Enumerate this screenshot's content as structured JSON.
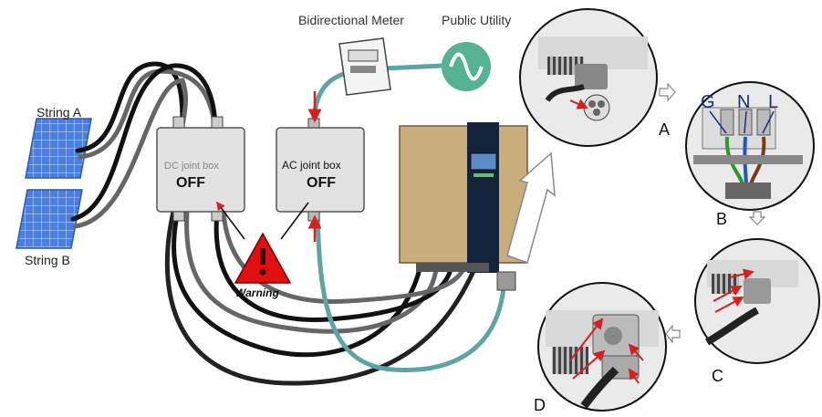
{
  "labels": {
    "string_a": "String A",
    "string_b": "String B",
    "dc_box": "DC joint box",
    "ac_box": "AC joint box",
    "dc_state": "OFF",
    "ac_state": "OFF",
    "warning": "Warning",
    "meter": "Bidirectional Meter",
    "utility": "Public Utility",
    "step_a": "A",
    "step_b": "B",
    "step_c": "C",
    "step_d": "D",
    "terminal_g": "G",
    "terminal_n": "N",
    "terminal_l": "L"
  },
  "colors": {
    "panel": "#3d6fd0",
    "box": "#e2e2e2",
    "inverter": "#c9ad7b",
    "cable_dark": "#111111",
    "cable_grey": "#666666",
    "ac_cable": "#5fa3a3",
    "utility": "#55b393",
    "warning": "#e01010",
    "arrow": "#d42020"
  },
  "icons": {
    "warning": "warning-triangle-icon",
    "utility": "sine-wave-icon",
    "flow_arrow": "hollow-arrow-icon"
  }
}
